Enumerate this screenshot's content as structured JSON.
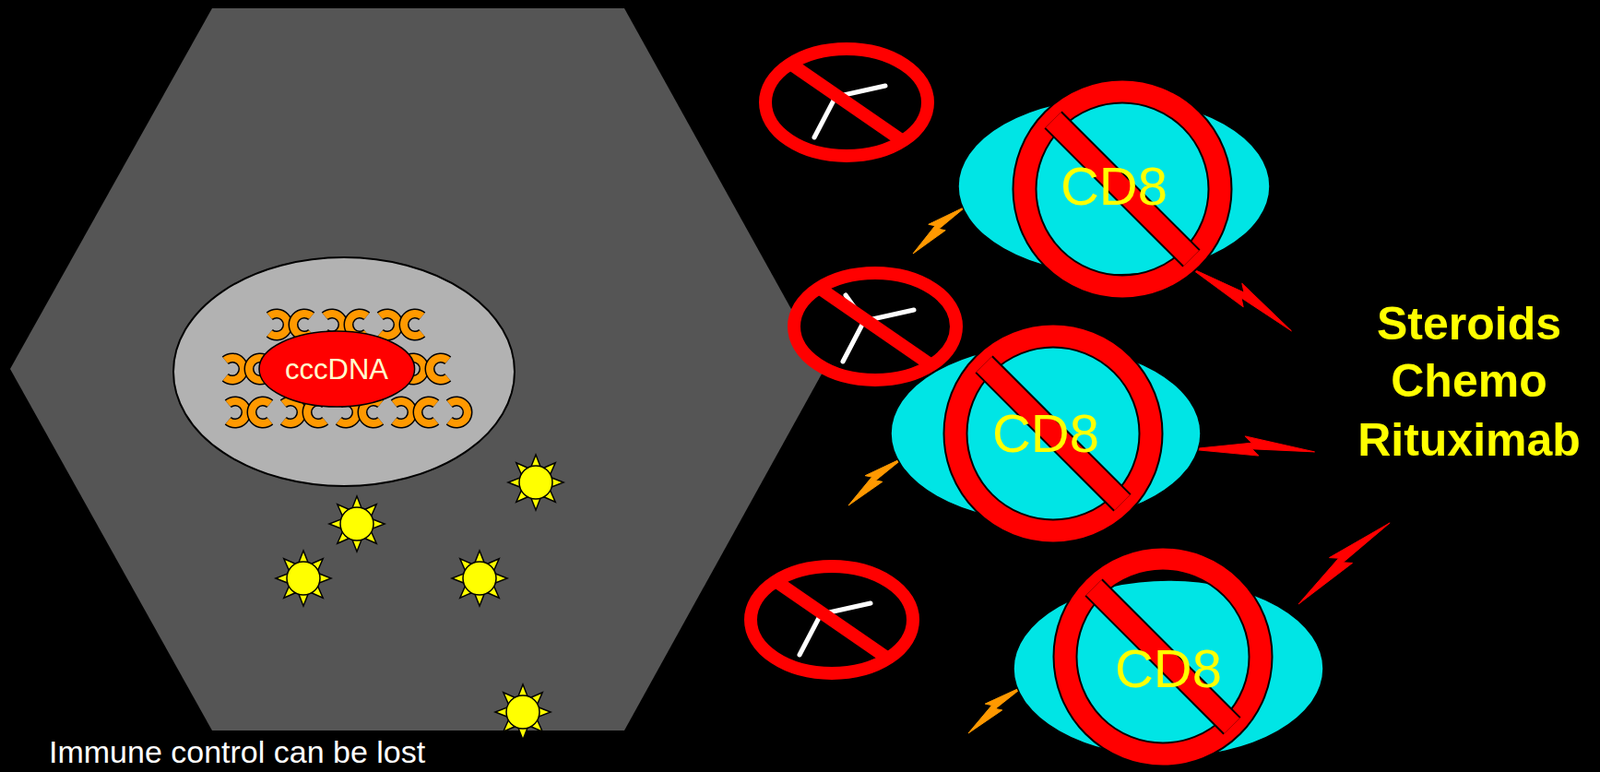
{
  "diagram": {
    "nodes": [
      {
        "text": [
          "cccDNA"
        ]
      },
      {
        "text": [
          "CD8"
        ]
      },
      {
        "text": [
          "CD8"
        ]
      },
      {
        "text": [
          "CD8"
        ]
      }
    ],
    "labels": [
      "Steroids",
      "Chemo",
      "Rituximab",
      "Immune control can be lost"
    ]
  }
}
